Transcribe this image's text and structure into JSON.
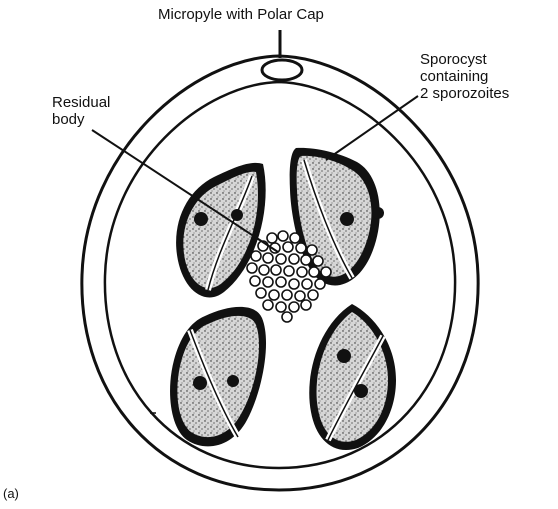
{
  "labels": {
    "micropyle": "Micropyle with Polar Cap",
    "residual_body": [
      "Residual",
      "body"
    ],
    "sporocyst": [
      "Sporocyst",
      "containing",
      "2 sporozoites"
    ],
    "figure_tag": "(a)"
  },
  "colors": {
    "ink": "#111111",
    "stipple_bg": "#d9d9d9",
    "background": "#ffffff"
  }
}
